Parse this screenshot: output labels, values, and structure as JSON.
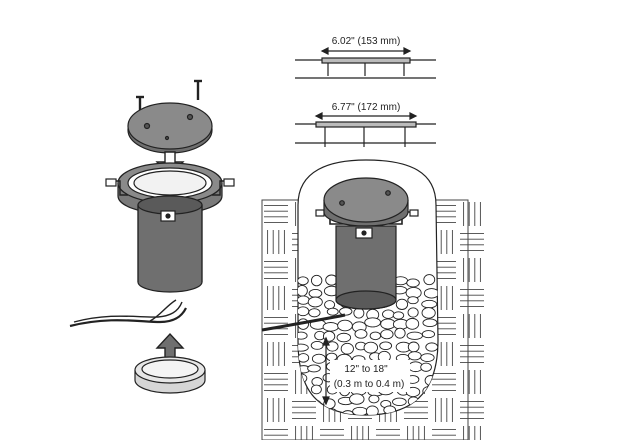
{
  "dimensions": {
    "top_width": "6.02\" (153 mm)",
    "flange_width": "6.77\" (172 mm)",
    "depth_line1": "12\" to 18\"",
    "depth_line2": "(0.3 m to 0.4 m)"
  },
  "colors": {
    "line": "#222222",
    "body": "#6f6f6f",
    "body_dark": "#5a5a5a",
    "lid": "#8a8a8a",
    "stone": "#ffffff",
    "grid": "#444444"
  }
}
